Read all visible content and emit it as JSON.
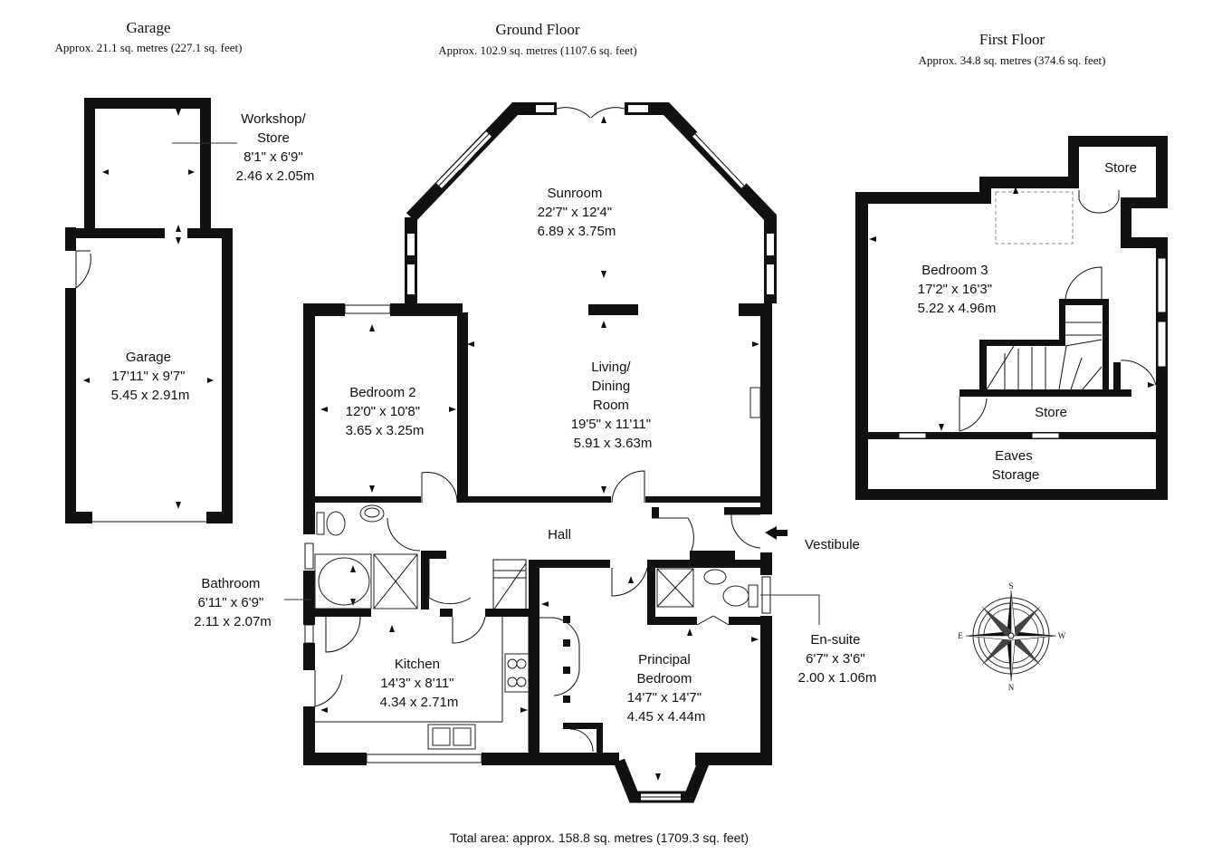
{
  "sections": {
    "garage": {
      "title": "Garage",
      "area": "Approx. 21.1 sq. metres (227.1 sq. feet)"
    },
    "ground": {
      "title": "Ground Floor",
      "area": "Approx. 102.9 sq. metres (1107.6 sq. feet)"
    },
    "first": {
      "title": "First Floor",
      "area": "Approx. 34.8 sq. metres (374.6 sq. feet)"
    }
  },
  "rooms": {
    "workshop": {
      "name": [
        "Workshop/",
        "Store"
      ],
      "imperial": "8'1\" x 6'9\"",
      "metric": "2.46 x 2.05m"
    },
    "garage": {
      "name": [
        "Garage"
      ],
      "imperial": "17'11\" x 9'7\"",
      "metric": "5.45 x 2.91m"
    },
    "sunroom": {
      "name": [
        "Sunroom"
      ],
      "imperial": "22'7\" x 12'4\"",
      "metric": "6.89 x 3.75m"
    },
    "living": {
      "name": [
        "Living/",
        "Dining",
        "Room"
      ],
      "imperial": "19'5\" x 11'11\"",
      "metric": "5.91 x 3.63m"
    },
    "bedroom2": {
      "name": [
        "Bedroom 2"
      ],
      "imperial": "12'0\" x 10'8\"",
      "metric": "3.65 x 3.25m"
    },
    "hall": {
      "name": [
        "Hall"
      ]
    },
    "vestibule": {
      "name": [
        "Vestibule"
      ]
    },
    "bathroom": {
      "name": [
        "Bathroom"
      ],
      "imperial": "6'11\" x 6'9\"",
      "metric": "2.11 x 2.07m"
    },
    "kitchen": {
      "name": [
        "Kitchen"
      ],
      "imperial": "14'3\" x 8'11\"",
      "metric": "4.34 x 2.71m"
    },
    "principal": {
      "name": [
        "Principal",
        "Bedroom"
      ],
      "imperial": "14'7\" x 14'7\"",
      "metric": "4.45 x 4.44m"
    },
    "ensuite": {
      "name": [
        "En-suite"
      ],
      "imperial": "6'7\" x 3'6\"",
      "metric": "2.00 x 1.06m"
    },
    "bedroom3": {
      "name": [
        "Bedroom 3"
      ],
      "imperial": "17'2\" x 16'3\"",
      "metric": "5.22 x 4.96m"
    },
    "store_top": {
      "name": [
        "Store"
      ]
    },
    "store_low": {
      "name": [
        "Store"
      ]
    },
    "eaves": {
      "name": [
        "Eaves",
        "Storage"
      ]
    }
  },
  "compass": {
    "n": "N",
    "s": "S",
    "e": "E",
    "w": "W"
  },
  "total_area": "Total area: approx. 158.8 sq. metres (1709.3 sq. feet)"
}
